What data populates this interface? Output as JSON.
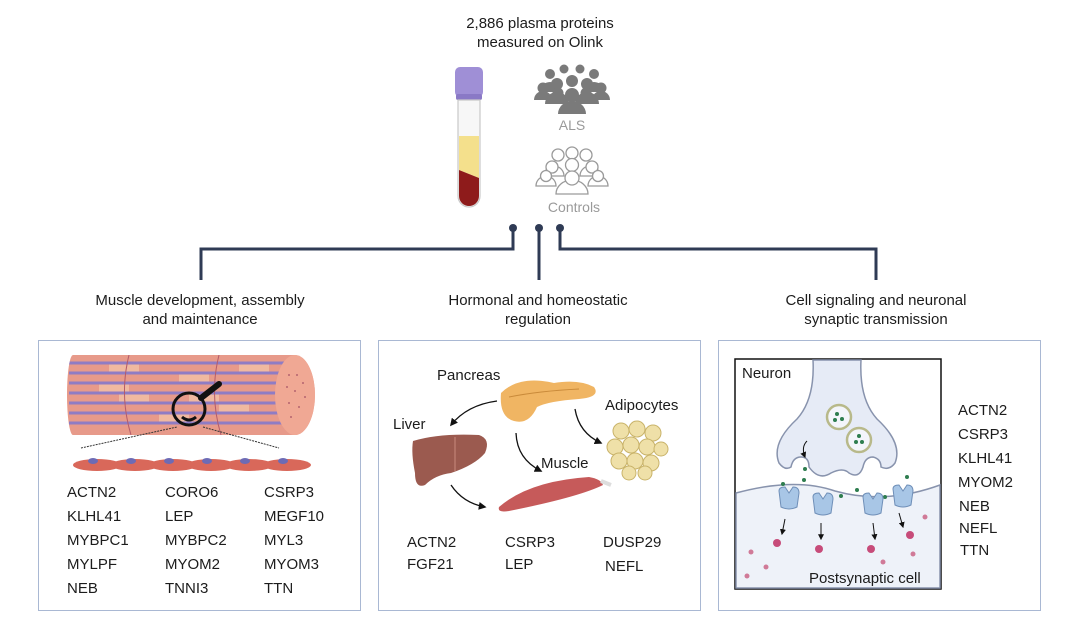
{
  "header": {
    "title_line1": "2,886 plasma proteins",
    "title_line2": "measured on Olink",
    "groups": [
      {
        "label": "ALS",
        "icon": "people-filled-icon"
      },
      {
        "label": "Controls",
        "icon": "people-outline-icon"
      }
    ],
    "sample_icon": "blood-tube-icon"
  },
  "colors": {
    "connector": "#2f3b55",
    "panel_border": "#a9b8d3",
    "tube_cap": "#9f8fd6",
    "plasma": "#f4e08c",
    "blood": "#8e1b1b",
    "neurotransmitter": "#2e7d4f",
    "receptor": "#a8c6e6",
    "signal": "#c23a6b"
  },
  "categories": [
    {
      "title_line1": "Muscle development, assembly",
      "title_line2": "and maintenance",
      "illustration": "muscle-fiber",
      "genes": [
        "ACTN2",
        "CORO6",
        "CSRP3",
        "KLHL41",
        "LEP",
        "MEGF10",
        "MYBPC1",
        "MYBPC2",
        "MYL3",
        "MYLPF",
        "MYOM2",
        "MYOM3",
        "NEB",
        "TNNI3",
        "TTN"
      ]
    },
    {
      "title_line1": "Hormonal and homeostatic",
      "title_line2": "regulation",
      "illustration": "organs",
      "labels": {
        "pancreas": "Pancreas",
        "liver": "Liver",
        "adipocytes": "Adipocytes",
        "muscle": "Muscle"
      },
      "genes": [
        "ACTN2",
        "CSRP3",
        "DUSP29",
        "FGF21",
        "LEP",
        "NEFL"
      ]
    },
    {
      "title_line1": "Cell signaling and neuronal",
      "title_line2": "synaptic transmission",
      "illustration": "synapse",
      "labels": {
        "neuron": "Neuron",
        "postsynaptic": "Postsynaptic cell"
      },
      "genes": [
        "ACTN2",
        "CSRP3",
        "KLHL41",
        "MYOM2",
        "NEB",
        "NEFL",
        "TTN"
      ]
    }
  ]
}
